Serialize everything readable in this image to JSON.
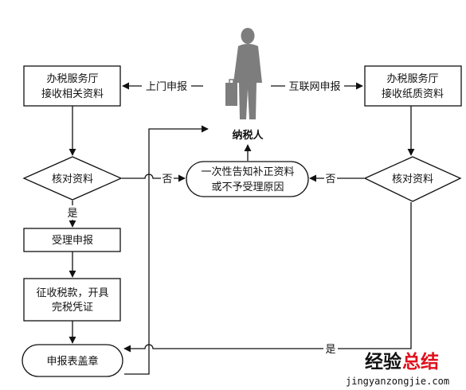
{
  "nodes": {
    "hall_left": [
      "办税服务厅",
      "接收相关资料"
    ],
    "hall_right": [
      "办税服务厅",
      "接收纸质资料"
    ],
    "taxpayer": "纳税人",
    "check_left": "核对资料",
    "check_right": "核对资料",
    "notify": [
      "一次性告知补正资料",
      "或不予受理原因"
    ],
    "accept": "受理申报",
    "collect": [
      "征收税款，开具",
      "完税凭证"
    ],
    "stamp": "申报表盖章"
  },
  "edges": {
    "door": "上门申报",
    "internet": "互联网申报",
    "no_left": "否",
    "no_right": "否",
    "yes_left": "是",
    "yes_right": "是"
  },
  "watermark": {
    "brand_a": "经验",
    "brand_b": "总结",
    "url": "jingyanzongjie.com",
    "color_a": "#111111",
    "color_b": "#e0101c"
  },
  "colors": {
    "line": "#111111",
    "box_fill": "#ffffff",
    "figure": "#7d7d7d"
  }
}
